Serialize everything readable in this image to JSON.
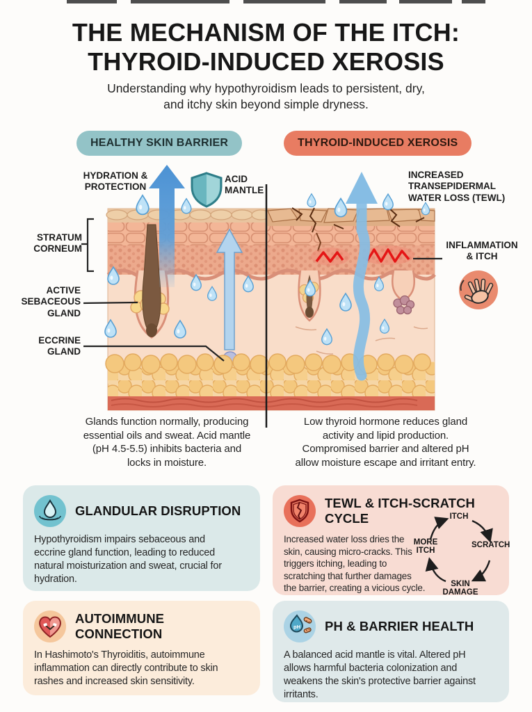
{
  "header": {
    "title": "THE MECHANISM OF THE ITCH:\nTHYROID-INDUCED XEROSIS",
    "subtitle": "Understanding why hypothyroidism leads to persistent, dry,\nand itchy skin beyond simple dryness."
  },
  "comparison": {
    "left_badge": {
      "label": "HEALTHY SKIN BARRIER"
    },
    "right_badge": {
      "label": "THYROID-INDUCED XEROSIS"
    },
    "annotations": {
      "hydration": "HYDRATION &\nPROTECTION",
      "acid_mantle": "ACID\nMANTLE",
      "tewl": "INCREASED\nTRANSEPIDERMAL\nWATER LOSS (TEWL)",
      "stratum_corneum": "STRATUM\nCORNEUM",
      "sebaceous": "ACTIVE\nSEBACEOUS\nGLAND",
      "eccrine": "ECCRINE\nGLAND",
      "inflammation": "INFLAMMATION\n& ITCH"
    },
    "left_caption": "Glands function normally, producing\nessential oils and sweat. Acid mantle\n(pH 4.5-5.5) inhibits bacteria and\nlocks in moisture.",
    "right_caption": "Low thyroid hormone reduces gland\nactivity and lipid production.\nCompromised barrier and altered pH\nallow moisture escape and irritant entry."
  },
  "cards": [
    {
      "title": "GLANDULAR DISRUPTION",
      "body": "Hypothyroidism impairs sebaceous and\neccrine gland function, leading to reduced\nnatural moisturization and sweat, crucial for\nhydration."
    },
    {
      "title": "TEWL & ITCH-SCRATCH CYCLE",
      "body": "Increased water loss dries the\nskin, causing micro-cracks. This\ntriggers itching, leading to\nscratching that further damages\nthe barrier, creating a vicious cycle.",
      "cycle": {
        "top": "ITCH",
        "right": "SCRATCH",
        "bottom": "SKIN\nDAMAGE",
        "left": "MORE\nITCH"
      }
    },
    {
      "title": "AUTOIMMUNE CONNECTION",
      "body": "In Hashimoto's Thyroiditis, autoimmune\ninflammation can directly contribute to skin\nrashes and increased skin sensitivity."
    },
    {
      "title": "PH & BARRIER HEALTH",
      "body": "A balanced acid mantle is vital. Altered pH\nallows harmful bacteria colonization and\nweakens the skin's protective barrier against\nirritants."
    }
  ],
  "icons": {
    "acid_mantle_shield": "shield-icon",
    "inflammation_hand": "scratching-hand-icon",
    "card_glandular": "droplet-ripple-icon",
    "card_tewl": "cracked-shield-icon",
    "card_autoimmune": "heart-handshake-icon",
    "card_ph": "ph-droplet-bacteria-icon",
    "ph_label": "pH"
  },
  "palette": {
    "healthy_badge": "#93c3c7",
    "xerosis_badge": "#e87c62",
    "card_teal_bg": "#dbe9e9",
    "card_salmon_bg": "#f8dcd3",
    "card_peach_bg": "#fcecdb",
    "card_blue_bg": "#dfe9ea",
    "arrow_blue": "#5f9fd8",
    "droplet_blue": "#bfe2f7",
    "inflammation_red": "#e51515",
    "skin_tone": "#f9ddc9"
  }
}
